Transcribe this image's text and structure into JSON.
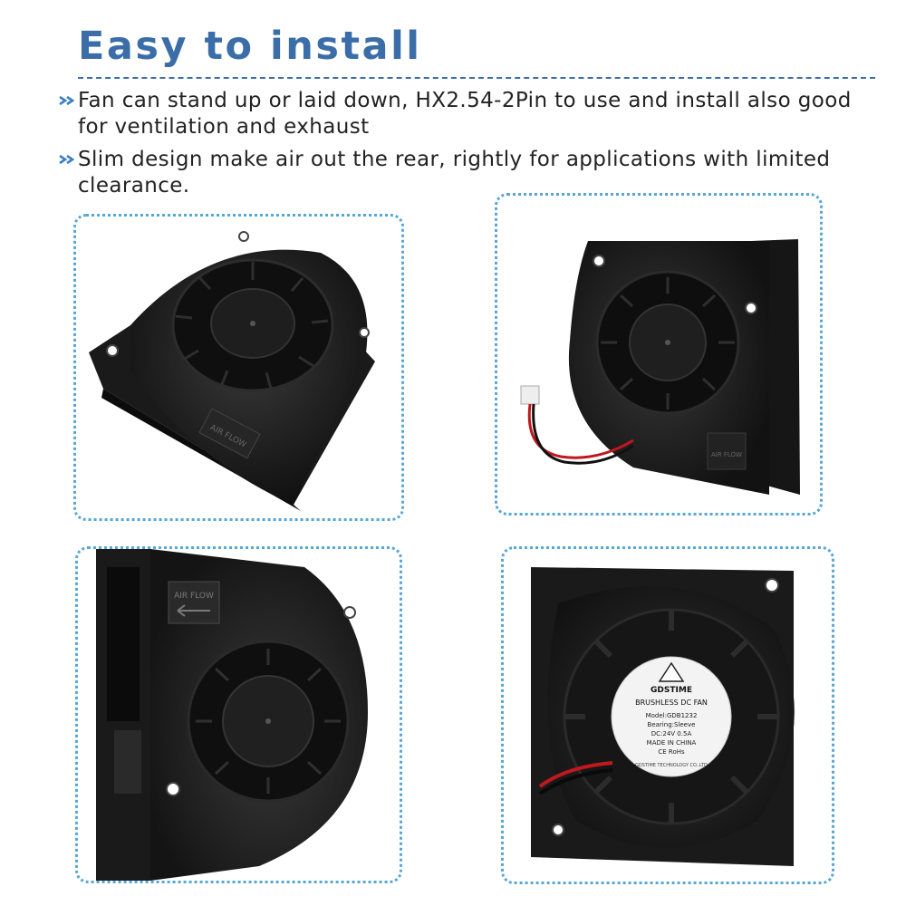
{
  "header": {
    "title": "Easy to install"
  },
  "bullets": [
    {
      "text": "Fan can stand up or laid down, HX2.54-2Pin to use and install also good for ventilation and exhaust",
      "icon": "double-chevron-icon"
    },
    {
      "text": "Slim design make air out the rear, rightly for applications with limited clearance.",
      "icon": "double-chevron-icon"
    }
  ],
  "colors": {
    "accent": "#3b6ea8",
    "chevron": "#3a7fc4",
    "panel_border": "#56a6d8",
    "fan_body": "#1b1b1b"
  },
  "panels": {
    "p1": {
      "airflow_label": "AIR FLOW"
    },
    "p2": {
      "airflow_label": "AIR FLOW"
    },
    "p3": {
      "airflow_label": "AIR FLOW"
    },
    "p4": {
      "brand": "GDSTIME",
      "product": "BRUSHLESS DC FAN",
      "model": "Model:GDB1232",
      "bearing": "Bearing:Sleeve",
      "rating": "DC:24V  0.5A",
      "origin": "MADE IN CHINA",
      "cert": "CE RoHs",
      "company": "GDSTIME TECHNOLOGY CO.,LTD"
    }
  }
}
